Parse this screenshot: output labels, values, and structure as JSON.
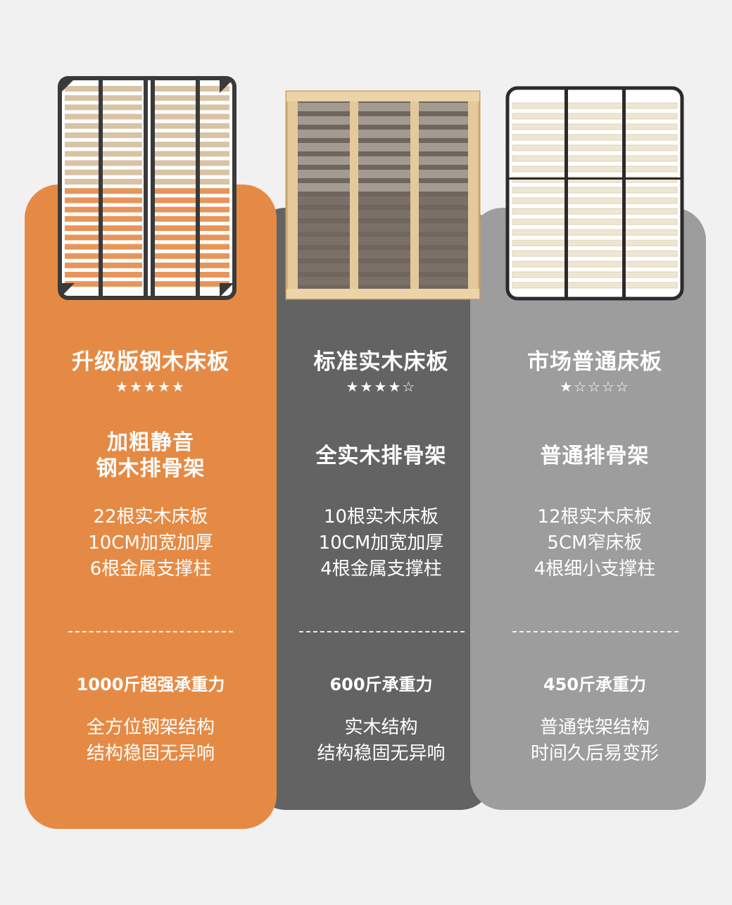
{
  "columns": [
    {
      "title": "升级版钢木床板",
      "stars": "★★★★★",
      "subtitle": [
        "加粗静音",
        "钢木排骨架"
      ],
      "features": [
        "22根实木床板",
        "10CM加宽加厚",
        "6根金属支撑柱"
      ],
      "capacity": "1000斤超强承重力",
      "notes": [
        "全方位钢架结构",
        "结构稳固无异响"
      ],
      "background_color": "#e58a44",
      "image_icon": "steel-wood-slat-frame-icon"
    },
    {
      "title": "标准实木床板",
      "stars": "★★★★☆",
      "subtitle": [
        "全实木排骨架"
      ],
      "features": [
        "10根实木床板",
        "10CM加宽加厚",
        "4根金属支撑柱"
      ],
      "capacity": "600斤承重力",
      "notes": [
        "实木结构",
        "结构稳固无异响"
      ],
      "background_color": "#636363",
      "image_icon": "solid-wood-slat-frame-icon"
    },
    {
      "title": "市场普通床板",
      "stars": "★☆☆☆☆",
      "subtitle": [
        "普通排骨架"
      ],
      "features": [
        "12根实木床板",
        "5CM窄床板",
        "4根细小支撑柱"
      ],
      "capacity": "450斤承重力",
      "notes": [
        "普通铁架结构",
        "时间久后易变形"
      ],
      "background_color": "#9d9d9d",
      "image_icon": "common-iron-slat-frame-icon"
    }
  ]
}
